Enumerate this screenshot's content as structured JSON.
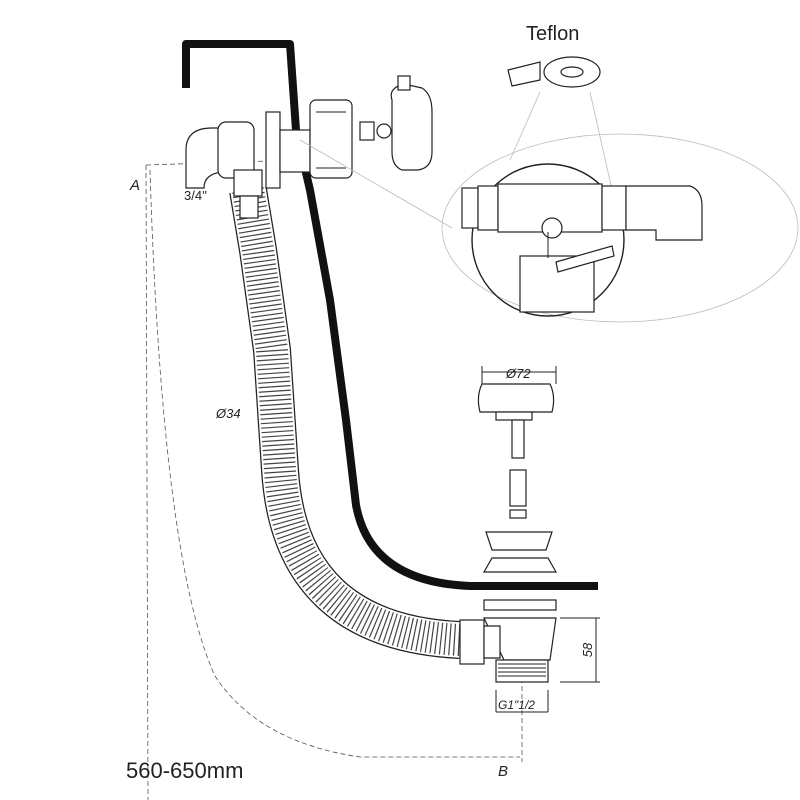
{
  "labels": {
    "point_a": "A",
    "point_b": "B",
    "thread_inlet": "3/4''",
    "hose_diameter": "Ø34",
    "plug_diameter": "Ø72",
    "drain_height": "58",
    "drain_thread": "G1\"1/2",
    "length_range": "560-650mm",
    "teflon": "Teflon"
  },
  "colors": {
    "line": "#222222",
    "tub_wall": "#111111",
    "dimension": "#555555",
    "callout": "#bbbbbb"
  }
}
